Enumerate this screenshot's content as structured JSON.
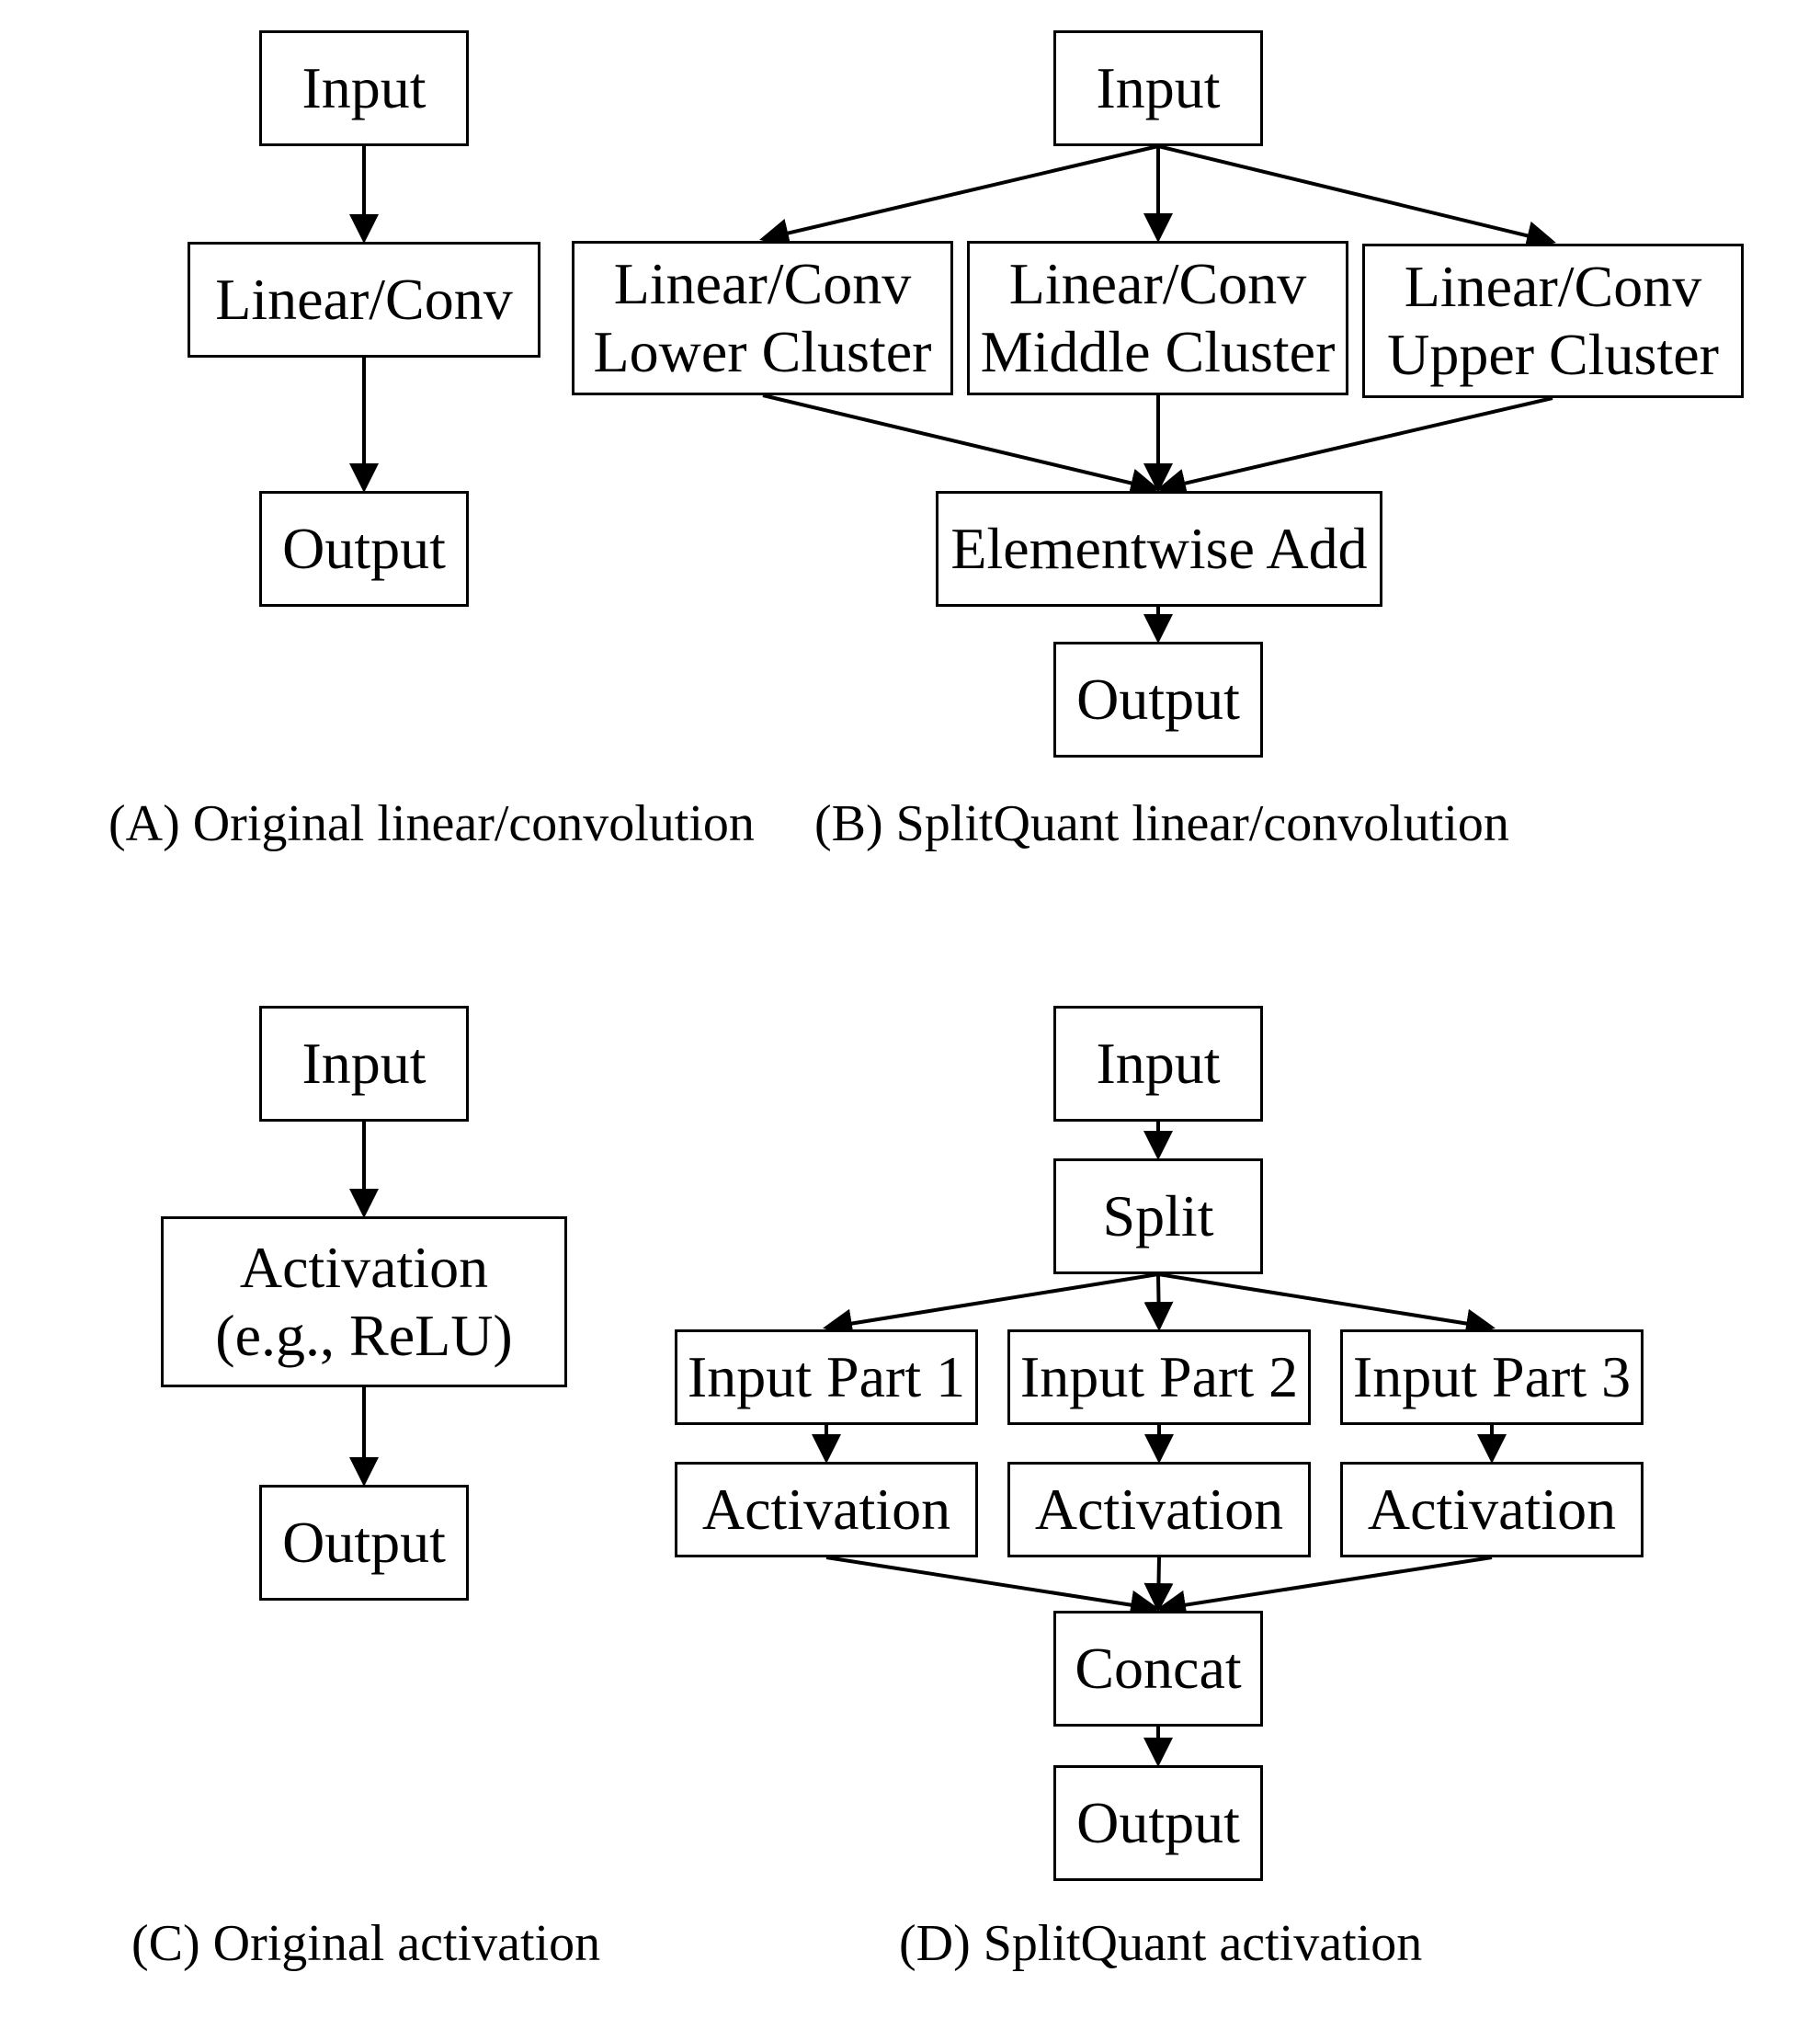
{
  "panels": {
    "a": {
      "caption": "(A) Original linear/convolution",
      "input": "Input",
      "layer": "Linear/Conv",
      "output": "Output"
    },
    "b": {
      "caption": "(B) SplitQuant linear/convolution",
      "input": "Input",
      "lower": [
        "Linear/Conv",
        "Lower Cluster"
      ],
      "middle": [
        "Linear/Conv",
        "Middle Cluster"
      ],
      "upper": [
        "Linear/Conv",
        "Upper Cluster"
      ],
      "add": "Elementwise Add",
      "output": "Output"
    },
    "c": {
      "caption": "(C) Original activation",
      "input": "Input",
      "activation": [
        "Activation",
        "(e.g., ReLU)"
      ],
      "output": "Output"
    },
    "d": {
      "caption": "(D) SplitQuant activation",
      "input": "Input",
      "split": "Split",
      "parts": [
        "Input Part 1",
        "Input Part 2",
        "Input Part 3"
      ],
      "activations": [
        "Activation",
        "Activation",
        "Activation"
      ],
      "concat": "Concat",
      "output": "Output"
    }
  }
}
